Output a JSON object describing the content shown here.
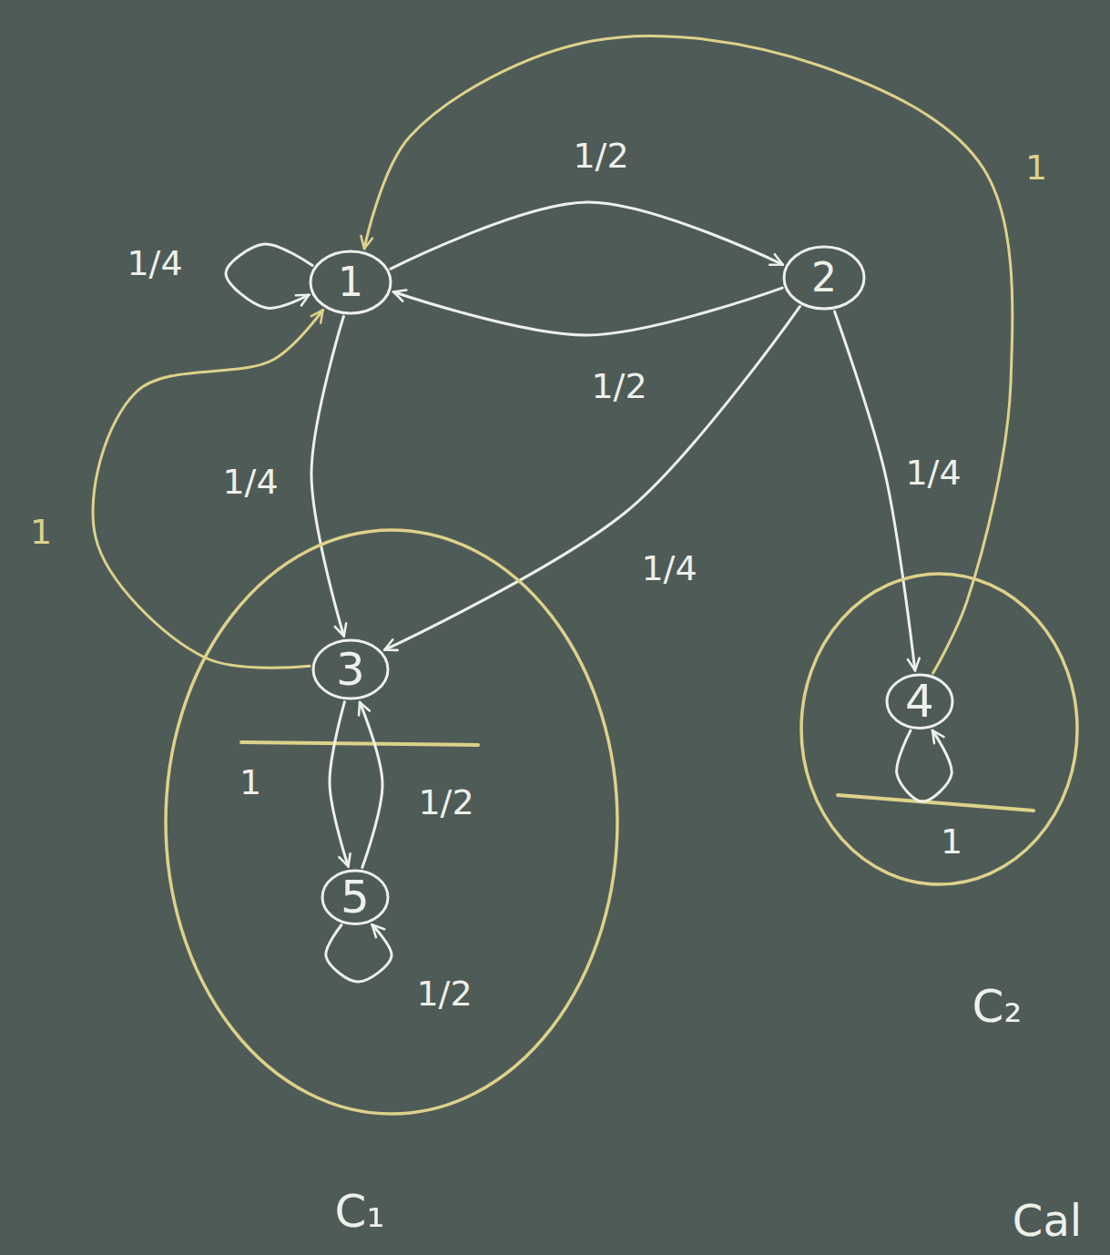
{
  "diagram": {
    "nodes": [
      {
        "text": [
          "1"
        ]
      },
      {
        "text": [
          "2"
        ]
      },
      {
        "text": [
          "C₁"
        ]
      },
      {
        "text": [
          "3"
        ],
        "in": 2
      },
      {
        "text": [
          "5"
        ],
        "in": 2
      },
      {
        "text": [
          "C₂"
        ]
      },
      {
        "text": [
          "4"
        ],
        "in": 5
      }
    ],
    "edges": [
      {
        "from": 0,
        "to": 0,
        "arrow": "to",
        "label": "1/4"
      },
      {
        "from": 0,
        "to": 1,
        "arrow": "to",
        "label": "1/2"
      },
      {
        "from": 1,
        "to": 0,
        "arrow": "to",
        "label": "1/2"
      },
      {
        "from": 0,
        "to": 3,
        "arrow": "to",
        "label": "1/4"
      },
      {
        "from": 1,
        "to": 3,
        "arrow": "to",
        "label": "1/4"
      },
      {
        "from": 1,
        "to": 6,
        "arrow": "to",
        "label": "1/4"
      },
      {
        "from": 6,
        "to": 0,
        "arrow": "to",
        "label": "1"
      },
      {
        "from": 3,
        "to": 0,
        "arrow": "to",
        "label": "1"
      },
      {
        "from": 3,
        "to": 4,
        "arrow": "to",
        "label": "1"
      },
      {
        "from": 4,
        "to": 3,
        "arrow": "to",
        "label": "1/2"
      },
      {
        "from": 4,
        "to": 4,
        "arrow": "to",
        "label": "1/2"
      },
      {
        "from": 6,
        "to": 6,
        "arrow": "to",
        "label": "1"
      }
    ],
    "labels": [
      "Cal"
    ]
  }
}
